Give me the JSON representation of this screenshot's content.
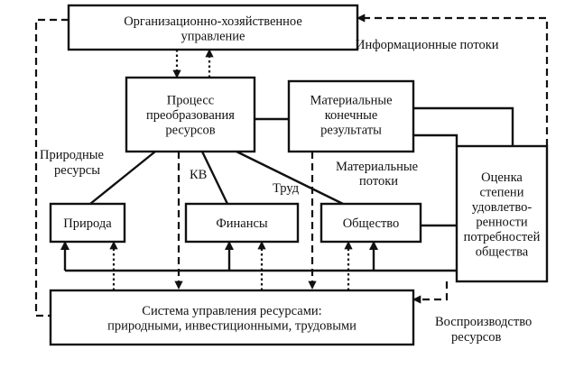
{
  "nodes": {
    "org_management": [
      "Организационно-хозяйственное",
      "управление"
    ],
    "resource_transformation": [
      "Процесс",
      "преобразования",
      "ресурсов"
    ],
    "material_results": [
      "Материальные",
      "конечные",
      "результаты"
    ],
    "nature": [
      "Природа"
    ],
    "finance": [
      "Финансы"
    ],
    "society": [
      "Общество"
    ],
    "needs_assessment": [
      "Оценка",
      "степени",
      "удовлетво-",
      "ренности",
      "потребностей",
      "общества"
    ],
    "resource_management": [
      "Система управления ресурсами:",
      "природными, инвестиционными, трудовыми"
    ]
  },
  "labels": {
    "info_flows": "Информационные потоки",
    "natural_resources_1": "Природные",
    "natural_resources_2": "ресурсы",
    "kv": "КВ",
    "labor": "Труд",
    "material_flows_1": "Материальные",
    "material_flows_2": "потоки",
    "reproduction_1": "Воспроизводство",
    "reproduction_2": "ресурсов"
  }
}
